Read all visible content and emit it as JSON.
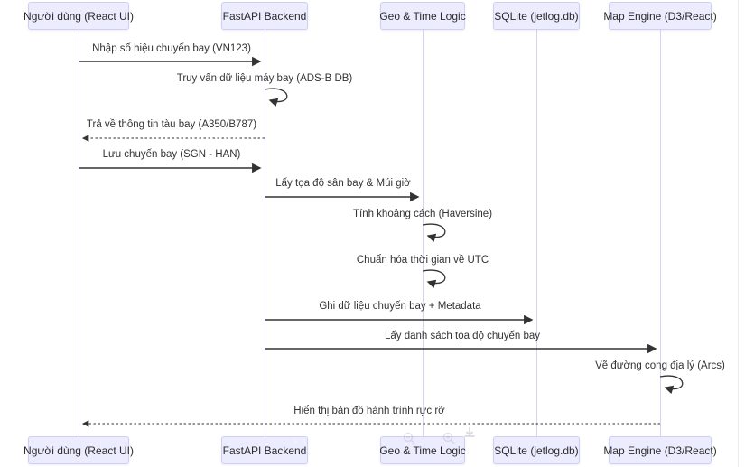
{
  "diagram": {
    "type": "sequence",
    "participants": [
      {
        "name": "Người dùng (React UI)"
      },
      {
        "name": "FastAPI Backend"
      },
      {
        "name": "Geo & Time Logic"
      },
      {
        "name": "SQLite (jetlog.db)"
      },
      {
        "name": "Map Engine (D3/React)"
      }
    ],
    "messages": [
      {
        "from": "Người dùng (React UI)",
        "to": "FastAPI Backend",
        "label": "Nhập số hiệu chuyến bay (VN123)",
        "line": "solid"
      },
      {
        "from": "FastAPI Backend",
        "to": "FastAPI Backend",
        "label": "Truy vấn dữ liệu máy bay (ADS-B DB)",
        "line": "self"
      },
      {
        "from": "FastAPI Backend",
        "to": "Người dùng (React UI)",
        "label": "Trả về thông tin tàu bay (A350/B787)",
        "line": "dashed"
      },
      {
        "from": "Người dùng (React UI)",
        "to": "FastAPI Backend",
        "label": "Lưu chuyến bay (SGN - HAN)",
        "line": "solid"
      },
      {
        "from": "FastAPI Backend",
        "to": "Geo & Time Logic",
        "label": "Lấy tọa độ sân bay & Múi giờ",
        "line": "solid"
      },
      {
        "from": "Geo & Time Logic",
        "to": "Geo & Time Logic",
        "label": "Tính khoảng cách (Haversine)",
        "line": "self"
      },
      {
        "from": "Geo & Time Logic",
        "to": "Geo & Time Logic",
        "label": "Chuẩn hóa thời gian về UTC",
        "line": "self"
      },
      {
        "from": "FastAPI Backend",
        "to": "SQLite (jetlog.db)",
        "label": "Ghi dữ liệu chuyến bay + Metadata",
        "line": "solid"
      },
      {
        "from": "FastAPI Backend",
        "to": "Map Engine (D3/React)",
        "label": "Lấy danh sách tọa độ chuyến bay",
        "line": "solid"
      },
      {
        "from": "Map Engine (D3/React)",
        "to": "Map Engine (D3/React)",
        "label": "Vẽ đường cong địa lý (Arcs)",
        "line": "self"
      },
      {
        "from": "Map Engine (D3/React)",
        "to": "Người dùng (React UI)",
        "label": "Hiển thị bản đồ hành trình rực rỡ",
        "line": "dashed"
      }
    ]
  },
  "colors": {
    "actor_fill": "#ECECFF",
    "actor_border": "#CFCFF5",
    "lifeline": "#D8D2F0",
    "arrow": "#333333",
    "text": "#333333"
  },
  "overlay": {
    "icons": [
      "fullscreen-icon",
      "zoom-out-icon",
      "zoom-in-icon",
      "download-icon"
    ]
  }
}
